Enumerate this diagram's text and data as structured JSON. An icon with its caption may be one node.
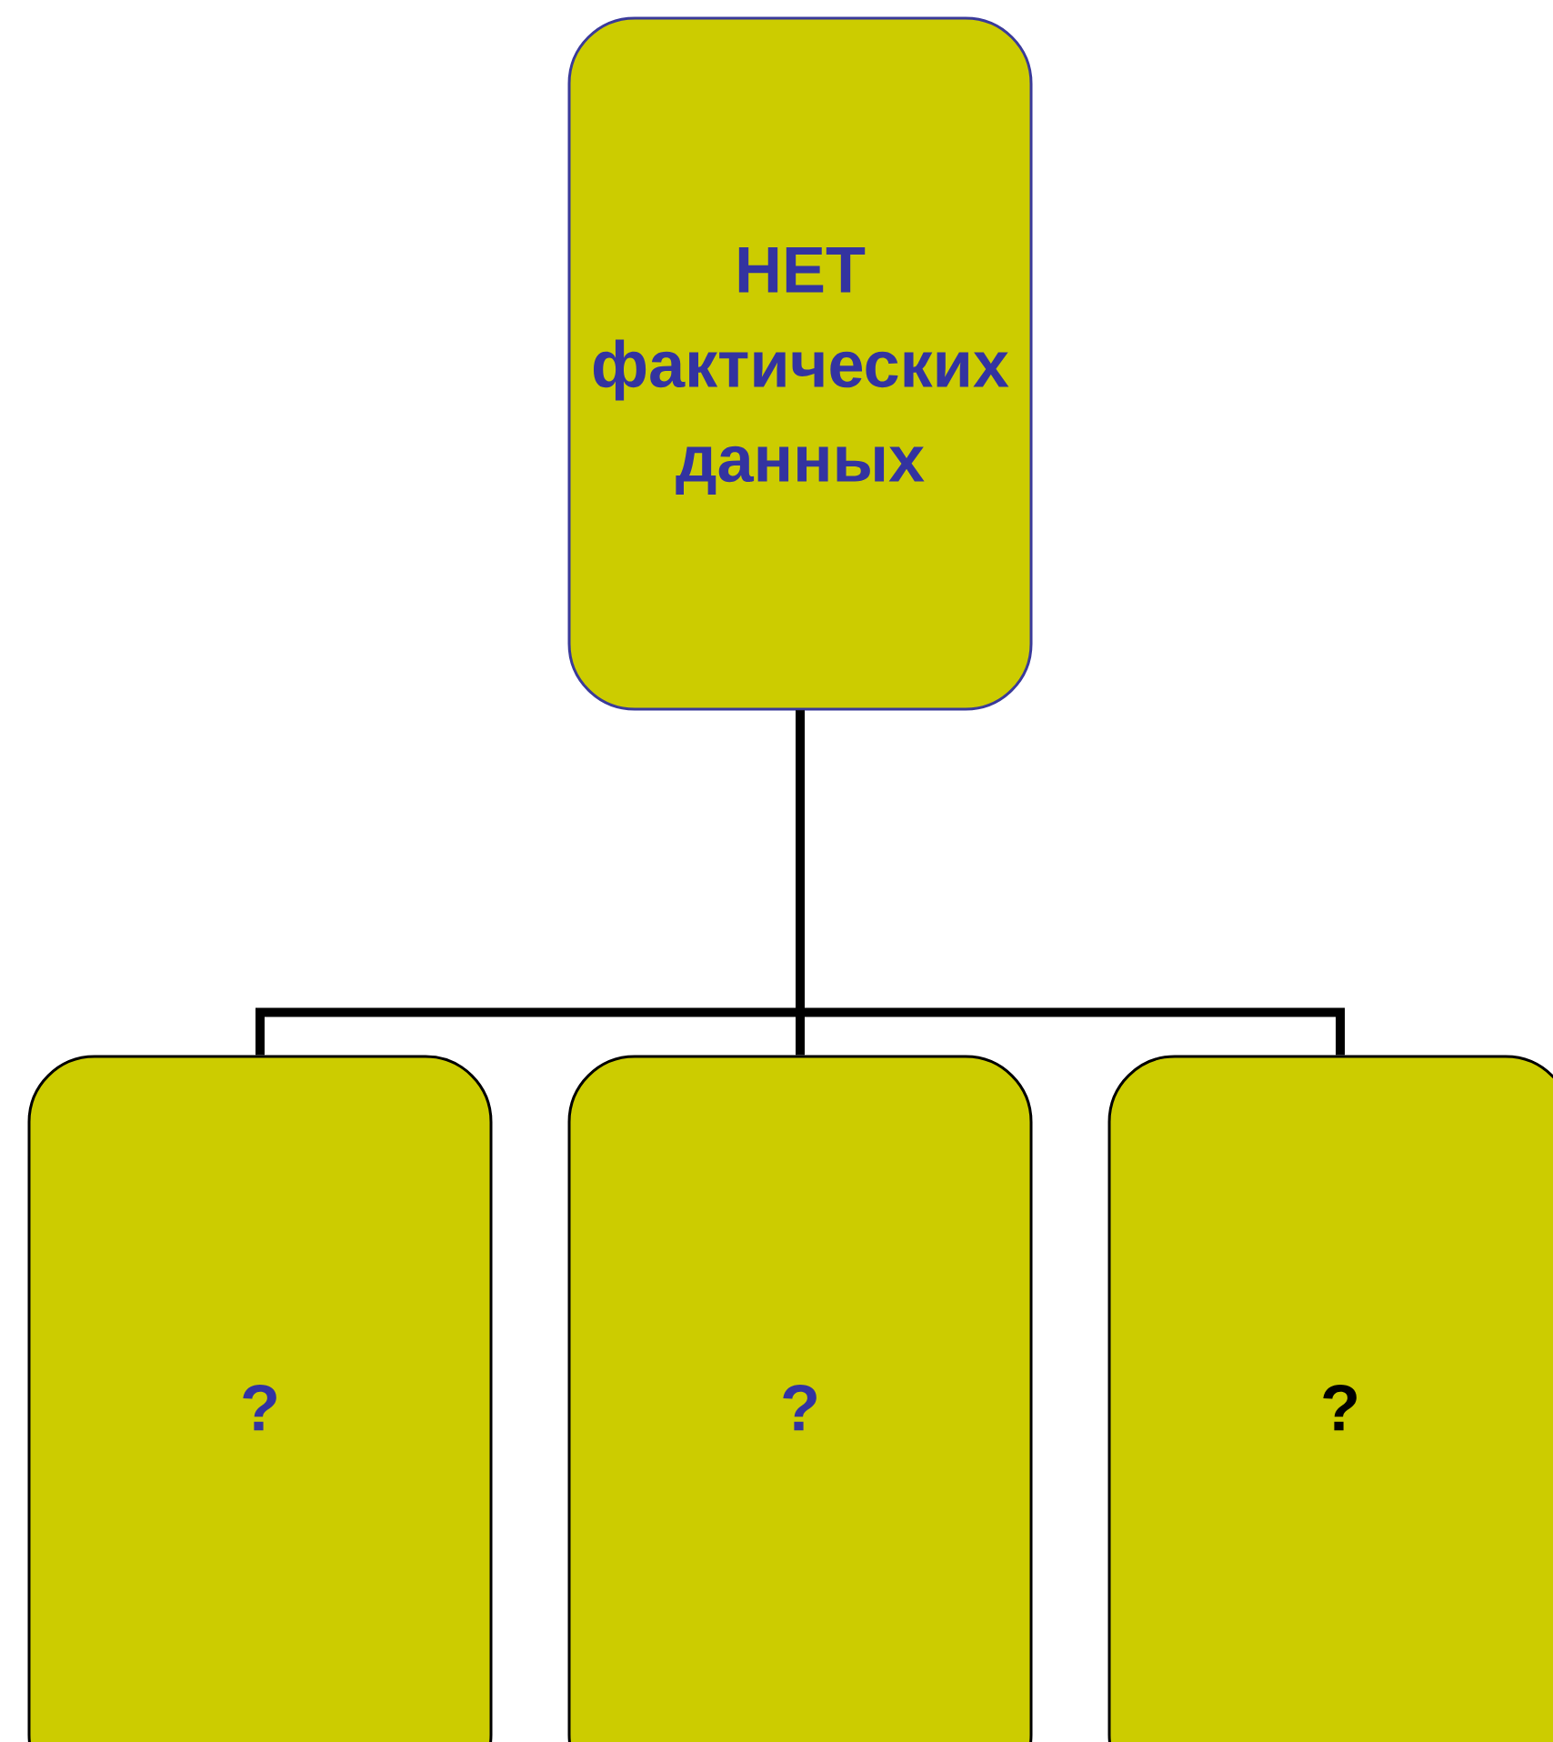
{
  "diagram": {
    "nodes": [
      {
        "text": [
          "НЕТ фактических данных"
        ]
      },
      {
        "text": [
          "?"
        ]
      },
      {
        "text": [
          "?"
        ]
      },
      {
        "text": [
          "?"
        ]
      }
    ],
    "edges": [
      {
        "from": 0,
        "to": 1,
        "arrow": "none"
      },
      {
        "from": 0,
        "to": 2,
        "arrow": "none"
      },
      {
        "from": 0,
        "to": 3,
        "arrow": "none"
      }
    ]
  }
}
